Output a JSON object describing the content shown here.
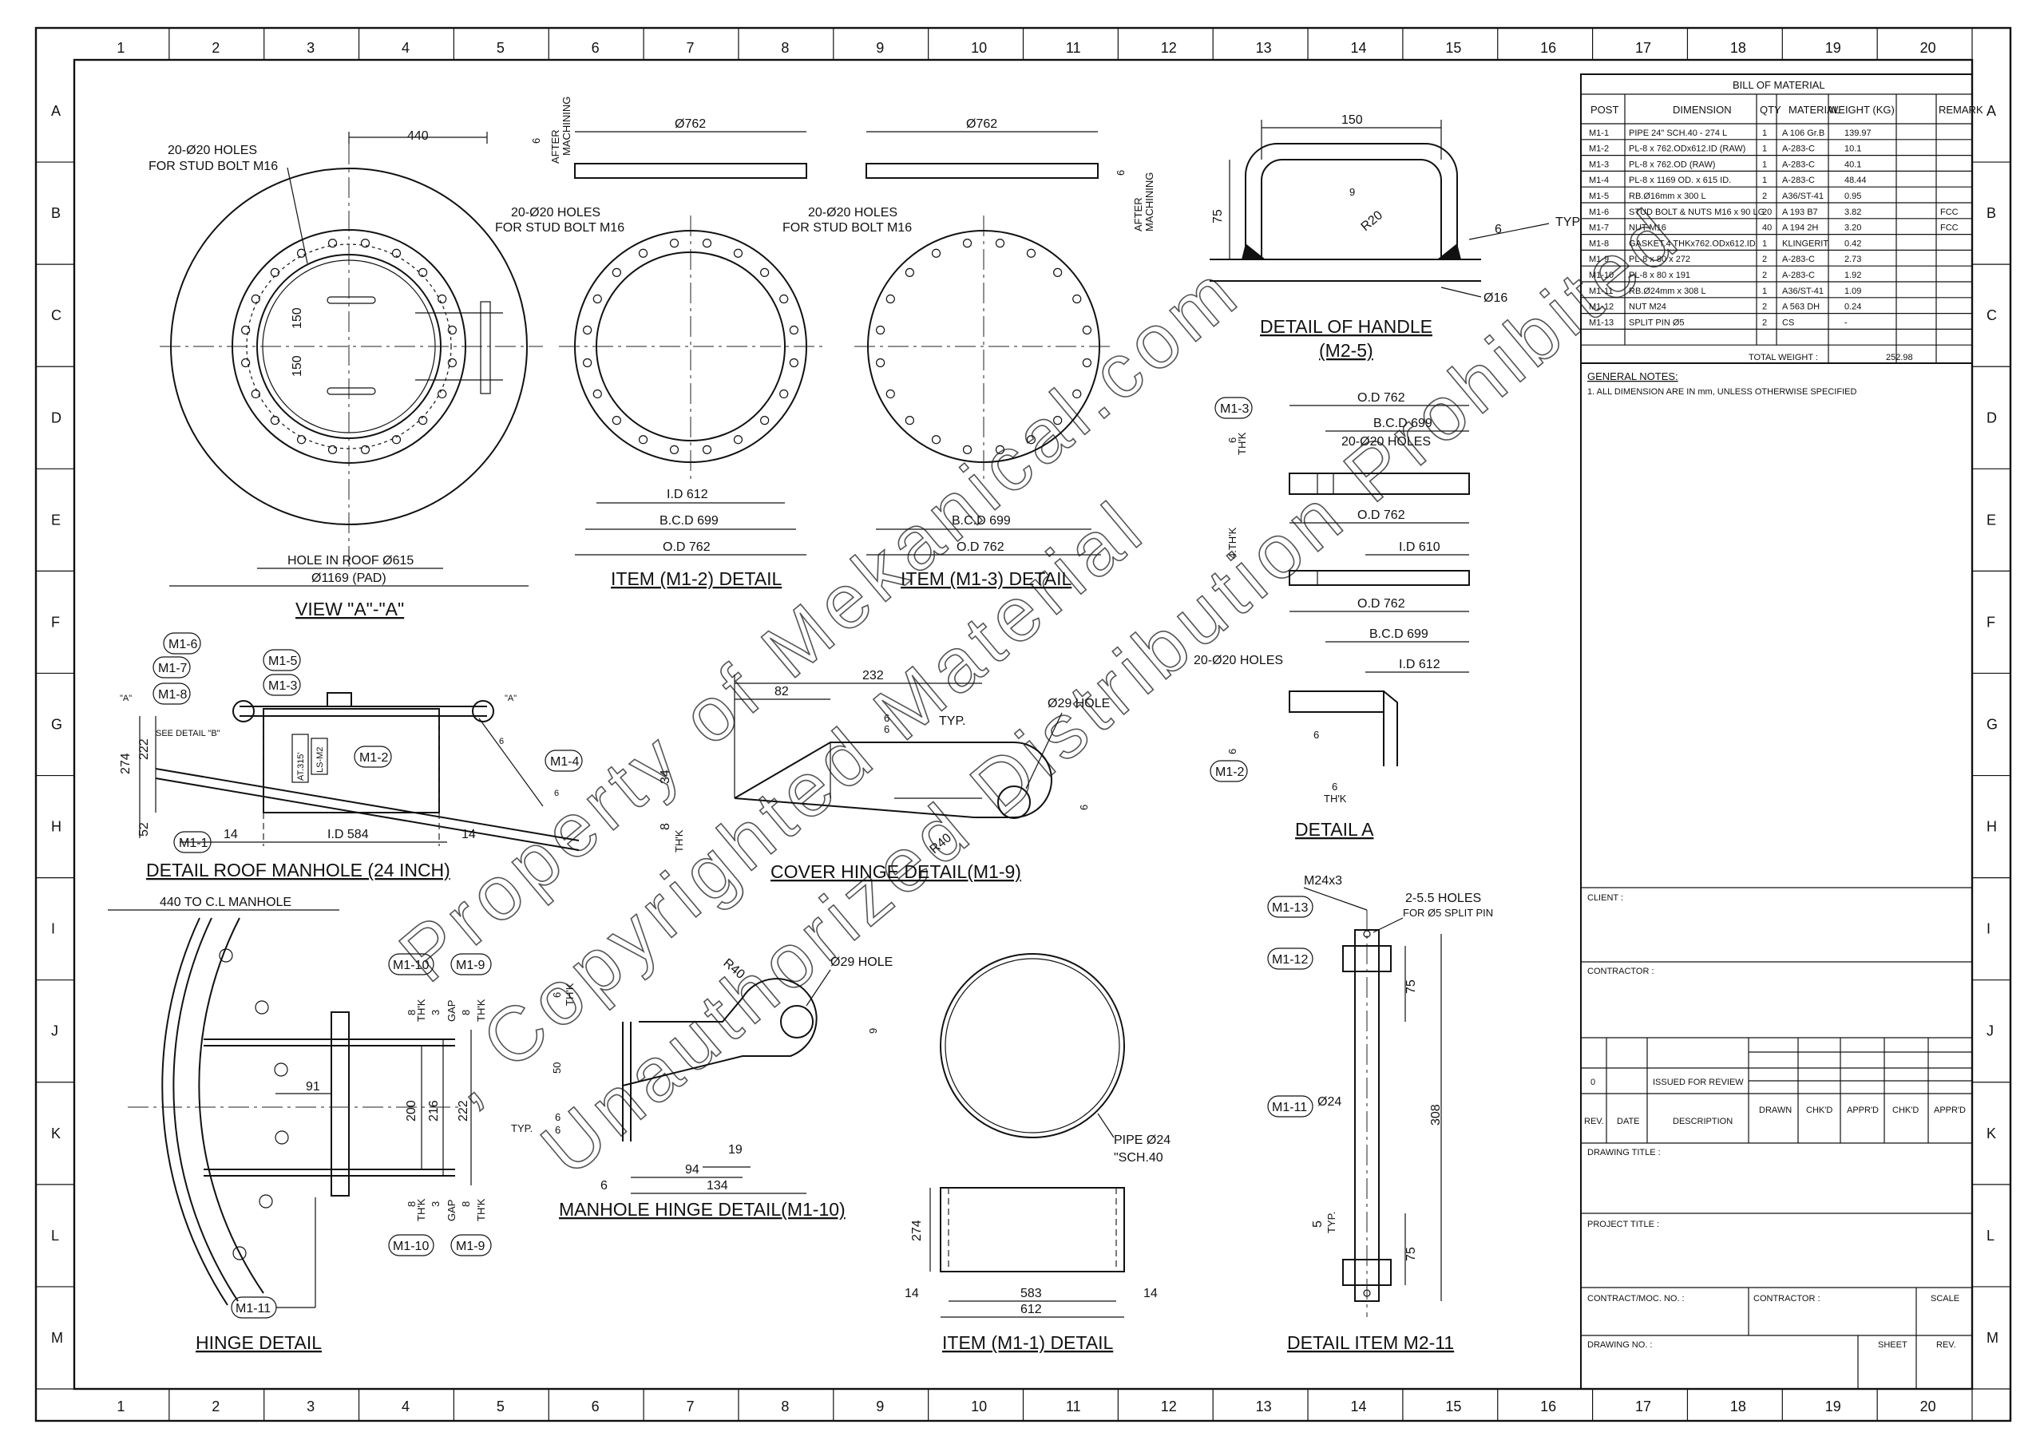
{
  "grid": {
    "cols": [
      "1",
      "2",
      "3",
      "4",
      "5",
      "6",
      "7",
      "8",
      "9",
      "10",
      "11",
      "12",
      "13",
      "14",
      "15",
      "16",
      "17",
      "18",
      "19",
      "20"
    ],
    "rows": [
      "A",
      "B",
      "C",
      "D",
      "E",
      "F",
      "G",
      "H",
      "I",
      "J",
      "K",
      "L",
      "M"
    ]
  },
  "watermark": {
    "line1": "Property of Mekanical.com",
    "line2": ", Copyrighted Material",
    "line3": "Unauthorized Distribution Prohibited"
  },
  "view_aa": {
    "title": "VIEW \"A\"-\"A\"",
    "holes": "20-Ø20 HOLES",
    "holes2": "FOR STUD BOLT M16",
    "dim_440": "440",
    "dim_150a": "150",
    "dim_150b": "150",
    "hole_roof": "HOLE IN ROOF Ø615",
    "pad": "Ø1169 (PAD)"
  },
  "item_m12": {
    "title": "ITEM (M1-2) DETAIL",
    "od_top": "Ø762",
    "after": "AFTER",
    "machining": "MACHINING",
    "thk": "6",
    "holes": "20-Ø20 HOLES",
    "holes2": "FOR STUD BOLT M16",
    "id": "I.D 612",
    "bcd": "B.C.D 699",
    "od": "O.D 762"
  },
  "item_m13": {
    "title": "ITEM (M1-3) DETAIL",
    "od_top": "Ø762",
    "after": "AFTER",
    "machining": "MACHINING",
    "thk": "6",
    "holes": "20-Ø20 HOLES",
    "holes2": "FOR STUD BOLT M16",
    "bcd": "B.C.D 699",
    "od": "O.D 762"
  },
  "handle": {
    "title": "DETAIL OF HANDLE",
    "title2": "(M2-5)",
    "w": "150",
    "h": "75",
    "r": "R20",
    "d": "Ø16",
    "weld": "6",
    "typ": "TYP",
    "nine": "9"
  },
  "detail_flanges": {
    "tag_m13": "M1-3",
    "od1": "O.D 762",
    "bcd1": "B.C.D 699",
    "holes1": "20-Ø20 HOLES",
    "thk1": "6",
    "thk_lbl": "TH'K",
    "od2": "O.D 762",
    "id2": "I.D 610",
    "thk2": "4.TH'K",
    "od3": "O.D 762",
    "bcd3": "B.C.D 699",
    "holes3": "20-Ø20 HOLES",
    "id3": "I.D 612",
    "thk3": "6",
    "weld": "6",
    "thk4": "6",
    "tag_m12": "M1-2",
    "title": "DETAIL A"
  },
  "bom": {
    "title": "BILL OF MATERIAL",
    "headers": [
      "POST",
      "DIMENSION",
      "QTY",
      "MATERIAL",
      "WEIGHT (KG)",
      "REMARK"
    ],
    "rows": [
      [
        "M1-1",
        "PIPE 24\" SCH.40 - 274 L",
        "1",
        "A 106 Gr.B",
        "139.97",
        ""
      ],
      [
        "M1-2",
        "PL-8 x 762.ODx612.ID (RAW)",
        "1",
        "A-283-C",
        "10.1",
        ""
      ],
      [
        "M1-3",
        "PL-8 x 762.OD (RAW)",
        "1",
        "A-283-C",
        "40.1",
        ""
      ],
      [
        "M1-4",
        "PL-8 x 1169 OD. x 615 ID.",
        "1",
        "A-283-C",
        "48.44",
        ""
      ],
      [
        "M1-5",
        "RB.Ø16mm x 300 L",
        "2",
        "A36/ST-41",
        "0.95",
        ""
      ],
      [
        "M1-6",
        "STUD BOLT & NUTS M16 x 90 LG",
        "20",
        "A 193 B7",
        "3.82",
        "FCC"
      ],
      [
        "M1-7",
        "NUT M16",
        "40",
        "A 194 2H",
        "3.20",
        "FCC"
      ],
      [
        "M1-8",
        "GASKET.4 THKx762.ODx612.ID",
        "1",
        "KLINGERIT",
        "0.42",
        ""
      ],
      [
        "M1-9",
        "PL-8 x 80 x 272",
        "2",
        "A-283-C",
        "2.73",
        ""
      ],
      [
        "M1-10",
        "PL-8 x 80 x 191",
        "2",
        "A-283-C",
        "1.92",
        ""
      ],
      [
        "M1-11",
        "RB.Ø24mm x 308 L",
        "1",
        "A36/ST-41",
        "1.09",
        ""
      ],
      [
        "M1-12",
        "NUT M24",
        "2",
        "A 563 DH",
        "0.24",
        ""
      ],
      [
        "M1-13",
        "SPLIT PIN Ø5",
        "2",
        "CS",
        "-",
        ""
      ],
      [
        "",
        "",
        "",
        "",
        "",
        ""
      ]
    ],
    "total_label": "TOTAL WEIGHT :",
    "total": "252.98",
    "notes_title": "GENERAL NOTES:",
    "note1": "1. ALL DIMENSION ARE IN mm, UNLESS OTHERWISE SPECIFIED"
  },
  "title_block": {
    "client": "CLIENT :",
    "contractor": "CONTRACTOR :",
    "rev0": "0",
    "issued": "ISSUED FOR REVIEW",
    "rev": "REV.",
    "date": "DATE",
    "description": "DESCRIPTION",
    "drawn": "DRAWN",
    "chkd": "CHK'D",
    "apprd": "APPR'D",
    "chkd2": "CHK'D",
    "apprd2": "APPR'D",
    "drawing_title": "DRAWING TITLE :",
    "project_title": "PROJECT TITLE :",
    "contract_no": "CONTRACT/MOC. NO. :",
    "contractor2": "CONTRACTOR :",
    "scale": "SCALE",
    "drawing_no": "DRAWING NO. :",
    "sheet": "SHEET",
    "rev2": "REV."
  },
  "roof_manhole": {
    "title": "DETAIL ROOF MANHOLE (24 INCH)",
    "tags": [
      "M1-6",
      "M1-7",
      "M1-8",
      "M1-5",
      "M1-3",
      "M1-2",
      "M1-4",
      "M1-1"
    ],
    "see_detail": "SEE DETAIL \"B\"",
    "a_lbl": "\"A\"",
    "a_lbl2": "\"A\"",
    "d274": "274",
    "d222": "222",
    "d52": "52",
    "d14a": "14",
    "d14b": "14",
    "id": "I.D 584",
    "at315": "AT.315'",
    "ls": "LS-M2",
    "w6": "6",
    "w6b": "6"
  },
  "cover_hinge": {
    "title": "COVER HINGE DETAIL(M1-9)",
    "d232": "232",
    "d82": "82",
    "hole": "Ø29 HOLE",
    "typ": "TYP.",
    "d6a": "6",
    "d6b": "6",
    "d34": "34",
    "d8": "8",
    "thk": "TH'K",
    "d6c": "6",
    "r40": "R40"
  },
  "hinge": {
    "title": "HINGE DETAIL",
    "d440": "440 TO C.L MANHOLE",
    "d91": "91",
    "d200": "200",
    "d216": "216",
    "d222": "222",
    "d8a": "8",
    "thk": "TH'K",
    "d3": "3",
    "gap": "GAP",
    "d8b": "8",
    "thk2": "TH'K",
    "d8c": "8",
    "thk3": "TH'K",
    "d3b": "3",
    "gap2": "GAP",
    "d8d": "8",
    "thk4": "TH'K",
    "tags": [
      "M1-10",
      "M1-9",
      "M1-10",
      "M1-9",
      "M1-11"
    ]
  },
  "manhole_hinge": {
    "title": "MANHOLE HINGE DETAIL(M1-10)",
    "hole": "Ø29 HOLE",
    "r40": "R40",
    "d6": "6",
    "thk": "TH'K",
    "d50": "50",
    "d9": "9",
    "typ": "TYP.",
    "w6a": "6",
    "w6b": "6",
    "d19": "19",
    "d94": "94",
    "d134": "134",
    "d6b": "6"
  },
  "item_m11": {
    "title": "ITEM (M1-1) DETAIL",
    "pipe": "PIPE Ø24",
    "sch": "\"SCH.40",
    "d274": "274",
    "d583": "583",
    "d612": "612",
    "d14a": "14",
    "d14b": "14"
  },
  "item_m211": {
    "title": "DETAIL ITEM M2-11",
    "m24": "M24x3",
    "holes": "2-5.5 HOLES",
    "split": "FOR Ø5 SPLIT PIN",
    "tags": [
      "M1-13",
      "M1-12",
      "M1-11"
    ],
    "d24": "Ø24",
    "d75a": "75",
    "d308": "308",
    "d75b": "75",
    "d5": "5",
    "typ": "TYP."
  }
}
